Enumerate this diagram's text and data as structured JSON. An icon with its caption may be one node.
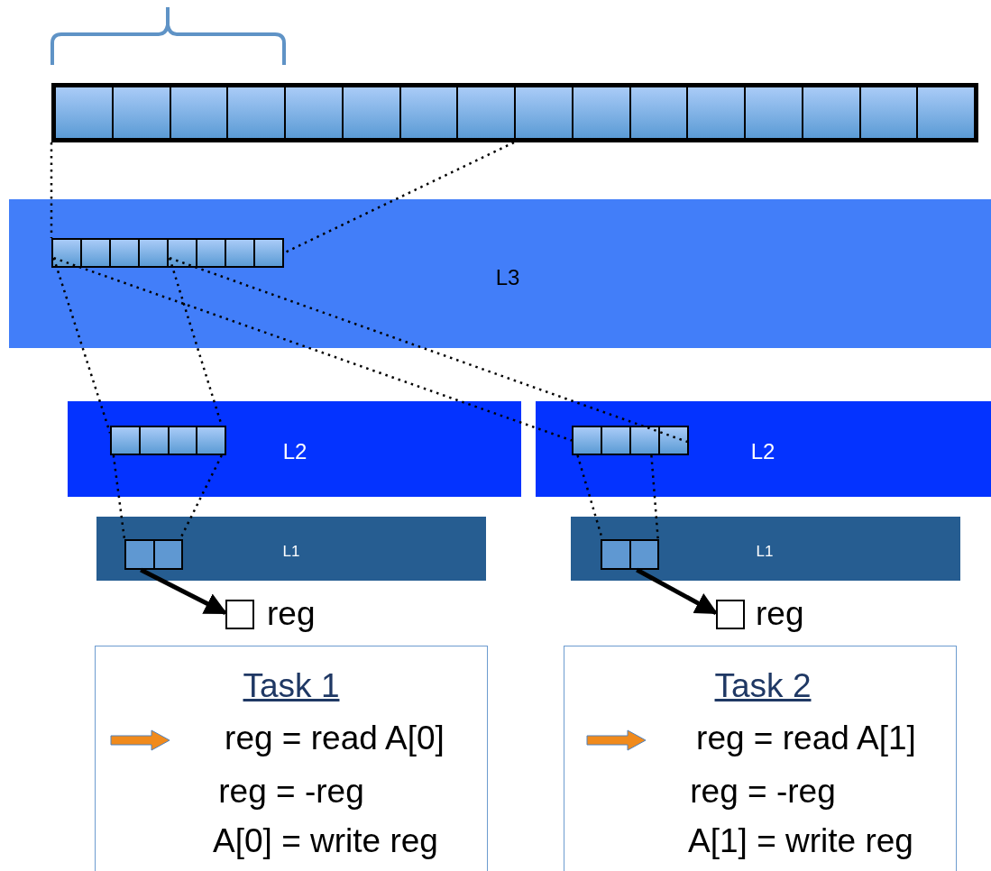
{
  "diagram": {
    "nodes": [
      {
        "text": [],
        "shape": "bar"
      },
      {
        "text": [
          "L3"
        ]
      },
      {
        "text": [],
        "shape": "bar",
        "in": 1
      },
      {
        "text": [
          "L2"
        ]
      },
      {
        "text": [],
        "shape": "bar",
        "in": 3
      },
      {
        "text": [
          "L2"
        ]
      },
      {
        "text": [],
        "shape": "bar",
        "in": 5
      },
      {
        "text": [
          "L1"
        ]
      },
      {
        "text": [],
        "shape": "bar",
        "in": 7
      },
      {
        "text": [
          "L1"
        ]
      },
      {
        "text": [],
        "shape": "bar",
        "in": 9
      },
      {
        "text": [],
        "shape": "box",
        "beside": [
          "reg"
        ]
      },
      {
        "text": [],
        "shape": "box",
        "beside": [
          "reg"
        ]
      },
      {
        "text": [
          "Task 1",
          "reg = read A[0]",
          "reg = -reg",
          "A[0] = write reg"
        ]
      },
      {
        "text": [
          "Task 2",
          "reg = read A[1]",
          "reg = -reg",
          "A[1] = write reg"
        ]
      }
    ],
    "edges": [
      {
        "from": 0,
        "to": 2,
        "arrow": "none",
        "style": "dashed"
      },
      {
        "from": 0,
        "to": 2,
        "arrow": "none",
        "style": "dashed"
      },
      {
        "from": 2,
        "to": 4,
        "arrow": "none",
        "style": "dashed"
      },
      {
        "from": 2,
        "to": 4,
        "arrow": "none",
        "style": "dashed"
      },
      {
        "from": 2,
        "to": 6,
        "arrow": "none",
        "style": "dashed"
      },
      {
        "from": 2,
        "to": 6,
        "arrow": "none",
        "style": "dashed"
      },
      {
        "from": 4,
        "to": 8,
        "arrow": "none",
        "style": "dashed"
      },
      {
        "from": 4,
        "to": 8,
        "arrow": "none",
        "style": "dashed"
      },
      {
        "from": 6,
        "to": 10,
        "arrow": "none",
        "style": "dashed"
      },
      {
        "from": 6,
        "to": 10,
        "arrow": "none",
        "style": "dashed"
      },
      {
        "from": 8,
        "to": 11,
        "arrow": "to",
        "style": "thick"
      },
      {
        "from": 10,
        "to": 12,
        "arrow": "to",
        "style": "thick"
      }
    ]
  }
}
